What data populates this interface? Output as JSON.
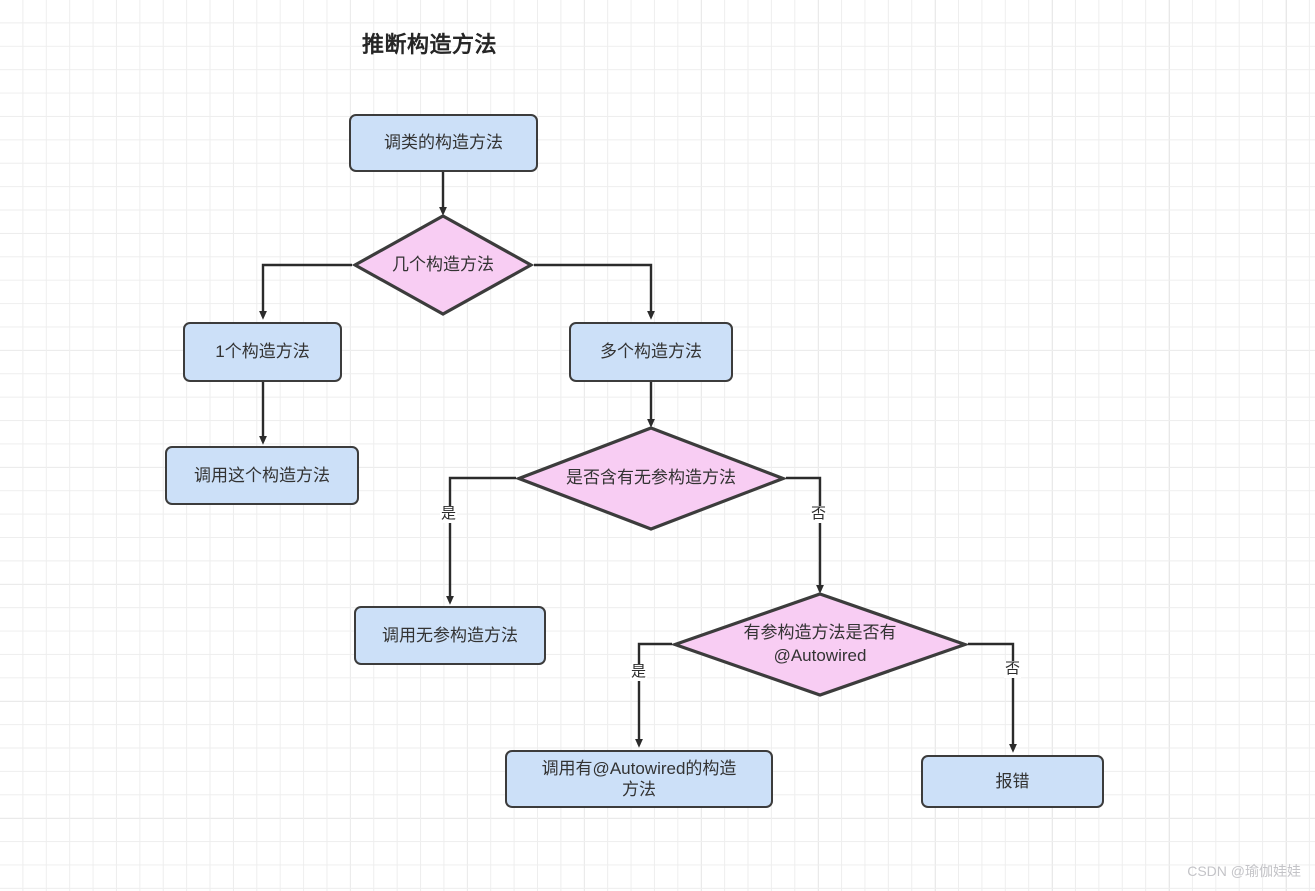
{
  "diagram": {
    "title": "推断构造方法",
    "watermark": "CSDN @瑜伽娃娃",
    "colors": {
      "process_fill": "#cce0f8",
      "decision_fill": "#f8cdf3",
      "stroke": "#3c3c3c",
      "text": "#333333",
      "grid_minor": "#eeeeee",
      "grid_major": "#e2e2e2",
      "background": "#ffffff",
      "watermark": "#c4c4c8"
    },
    "nodes": [
      {
        "id": "start",
        "type": "process",
        "label": "调类的构造方法"
      },
      {
        "id": "howmany",
        "type": "decision",
        "label": "几个构造方法"
      },
      {
        "id": "one",
        "type": "process",
        "label": "1个构造方法"
      },
      {
        "id": "many",
        "type": "process",
        "label": "多个构造方法"
      },
      {
        "id": "callthis",
        "type": "process",
        "label": "调用这个构造方法"
      },
      {
        "id": "hasnoarg",
        "type": "decision",
        "label": "是否含有无参构造方法"
      },
      {
        "id": "callnoarg",
        "type": "process",
        "label": "调用无参构造方法"
      },
      {
        "id": "hasautowired",
        "type": "decision",
        "label": "有参构造方法是否有\n@Autowired"
      },
      {
        "id": "callautowired",
        "type": "process",
        "label": "调用有@Autowired的构造\n方法"
      },
      {
        "id": "error",
        "type": "process",
        "label": "报错"
      }
    ],
    "edges": [
      {
        "from": "start",
        "to": "howmany",
        "label": ""
      },
      {
        "from": "howmany",
        "to": "one",
        "label": ""
      },
      {
        "from": "howmany",
        "to": "many",
        "label": ""
      },
      {
        "from": "one",
        "to": "callthis",
        "label": ""
      },
      {
        "from": "many",
        "to": "hasnoarg",
        "label": ""
      },
      {
        "from": "hasnoarg",
        "to": "callnoarg",
        "label": "是"
      },
      {
        "from": "hasnoarg",
        "to": "hasautowired",
        "label": "否"
      },
      {
        "from": "hasautowired",
        "to": "callautowired",
        "label": "是"
      },
      {
        "from": "hasautowired",
        "to": "error",
        "label": "否"
      }
    ],
    "edge_labels": {
      "noarg_yes": "是",
      "noarg_no": "否",
      "autowired_yes": "是",
      "autowired_no": "否"
    }
  }
}
